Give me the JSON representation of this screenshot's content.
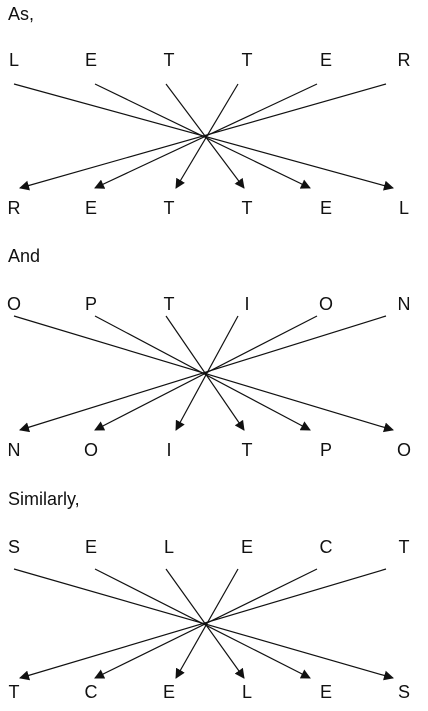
{
  "intro_label": "As,",
  "blocks": [
    {
      "heading": "As,",
      "top": [
        "L",
        "E",
        "T",
        "T",
        "E",
        "R"
      ],
      "bottom": [
        "R",
        "E",
        "T",
        "T",
        "E",
        "L"
      ]
    },
    {
      "heading": "And",
      "top": [
        "O",
        "P",
        "T",
        "I",
        "O",
        "N"
      ],
      "bottom": [
        "N",
        "O",
        "I",
        "T",
        "P",
        "O"
      ]
    },
    {
      "heading": "Similarly,",
      "top": [
        "S",
        "E",
        "L",
        "E",
        "C",
        "T"
      ],
      "bottom": [
        "T",
        "C",
        "E",
        "L",
        "E",
        "S"
      ]
    }
  ],
  "mapping": "reverse"
}
